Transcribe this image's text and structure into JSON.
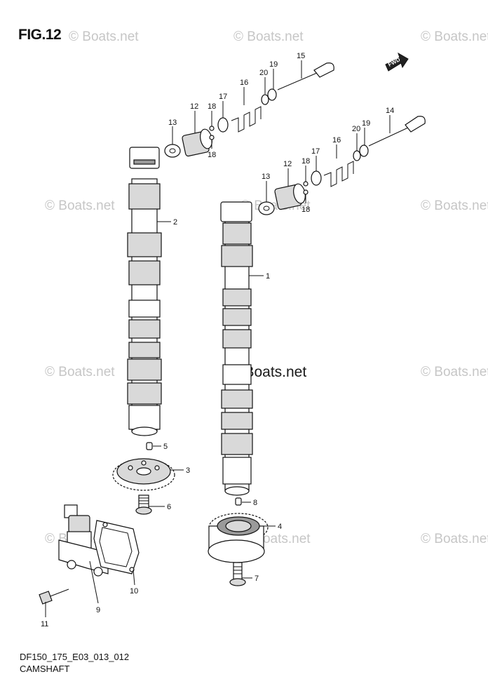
{
  "figure": {
    "title": "FIG.12",
    "code": "DF150_175_E03_013_012",
    "name": "CAMSHAFT",
    "fwd_label": "FWD"
  },
  "watermark": {
    "text": "© Boats.net",
    "center_text": "©Boats.net"
  },
  "callouts": {
    "p1": "1",
    "p2": "2",
    "p3": "3",
    "p4": "4",
    "p5": "5",
    "p6": "6",
    "p7": "7",
    "p8": "8",
    "p9": "9",
    "p10": "10",
    "p11": "11",
    "p12a": "12",
    "p12b": "12",
    "p13a": "13",
    "p13b": "13",
    "p14": "14",
    "p15": "15",
    "p16a": "16",
    "p16b": "16",
    "p17a": "17",
    "p17b": "17",
    "p18a": "18",
    "p18b": "18",
    "p18c": "18",
    "p18d": "18",
    "p19a": "19",
    "p19b": "19",
    "p20a": "20",
    "p20b": "20"
  }
}
